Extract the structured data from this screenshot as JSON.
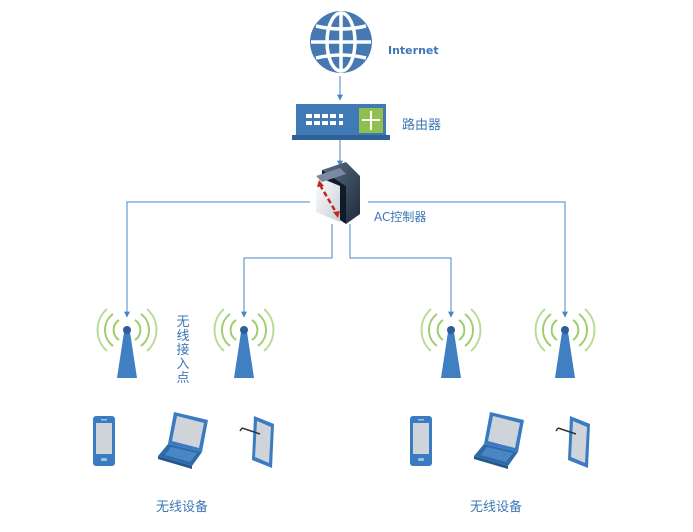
{
  "labels": {
    "internet": "Internet",
    "router": "路由器",
    "ac_controller": "AC控制器",
    "access_point": "无线接入点",
    "devices_left": "无线设备",
    "devices_right": "无线设备"
  },
  "colors": {
    "line": "#4a86c5",
    "globe": "#4678b4",
    "router_body": "#3f79b6",
    "ap_blue": "#3f7fc2",
    "signal_green": "#9fcd6b",
    "label_text": "#3d78b4"
  }
}
